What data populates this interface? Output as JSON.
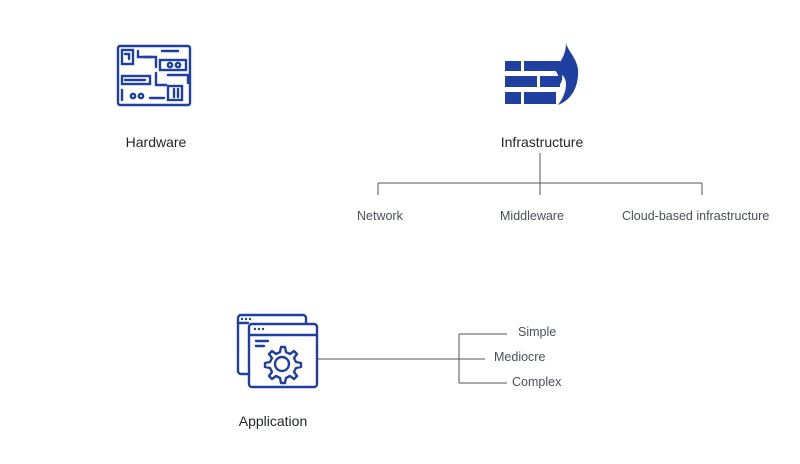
{
  "colors": {
    "icon": "#1f40a0",
    "line": "#555555",
    "text": "#1f2328"
  },
  "nodes": {
    "hardware": {
      "label": "Hardware",
      "icon": "circuit-board-icon"
    },
    "infrastructure": {
      "label": "Infrastructure",
      "icon": "firewall-icon",
      "children": [
        "Network",
        "Middleware",
        "Cloud-based infrastructure"
      ]
    },
    "application": {
      "label": "Application",
      "icon": "app-settings-icon",
      "children": [
        "Simple",
        "Mediocre",
        "Complex"
      ]
    }
  }
}
